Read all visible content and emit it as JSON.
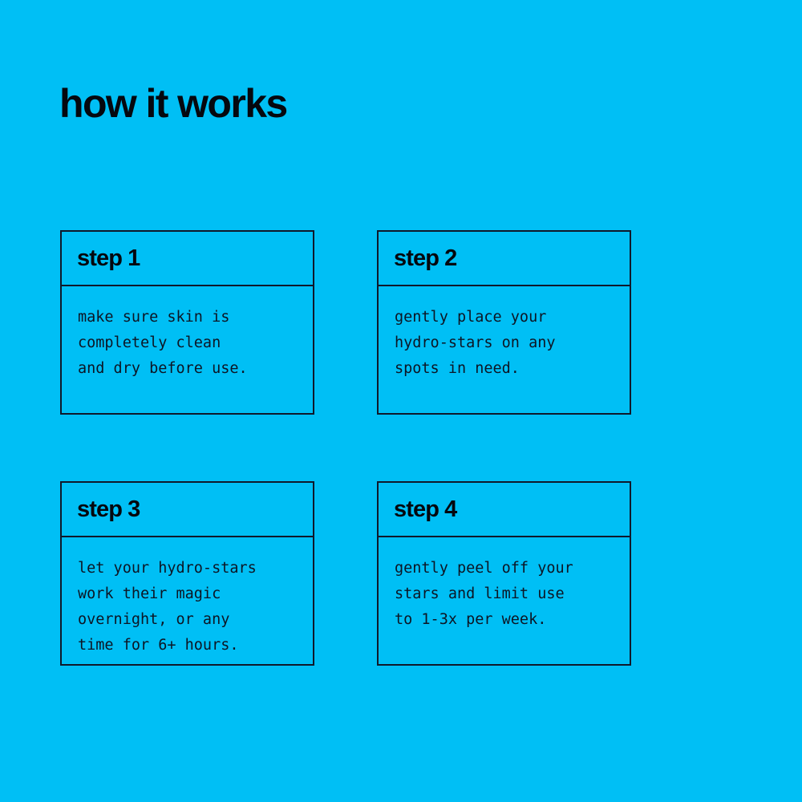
{
  "page": {
    "title": "how it works",
    "background_color": "#00bff5",
    "ink_color": "#05080f",
    "border_color": "#10192b",
    "body_text_color": "#0d1524"
  },
  "steps": [
    {
      "label": "step 1",
      "text": "make sure skin is\ncompletely clean\nand dry before use."
    },
    {
      "label": "step 2",
      "text": "gently place your\nhydro-stars on any\nspots in need."
    },
    {
      "label": "step 3",
      "text": "let your hydro-stars\nwork their magic\novernight, or any\ntime for 6+ hours."
    },
    {
      "label": "step 4",
      "text": "gently peel off your\nstars and limit use\nto 1-3x per week."
    }
  ]
}
